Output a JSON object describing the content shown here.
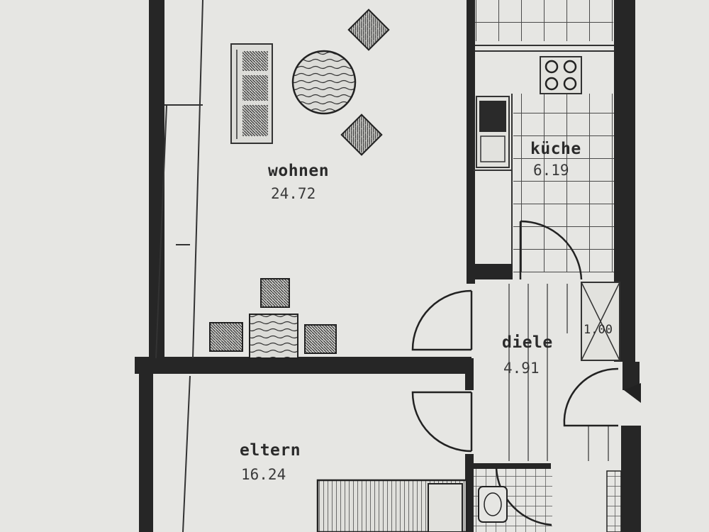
{
  "colors": {
    "paper": "#e6e6e3",
    "ink": "#1f1f1f",
    "wall": "#262626",
    "tile": "#4a4a4a"
  },
  "rooms": {
    "wohnen": {
      "name": "wohnen",
      "area": "24.72"
    },
    "kueche": {
      "name": "küche",
      "area": "6.19"
    },
    "diele": {
      "name": "diele",
      "area": "4.91"
    },
    "eltern": {
      "name": "eltern",
      "area": "16.24"
    }
  },
  "shower_label": "1.00"
}
